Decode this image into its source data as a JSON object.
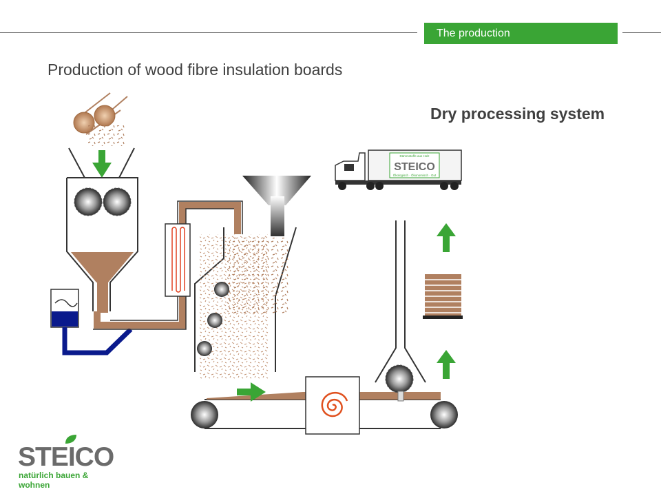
{
  "header": {
    "section_label": "The production"
  },
  "page": {
    "title": "Production of wood fibre insulation boards",
    "subtitle": "Dry processing system"
  },
  "truck": {
    "brand": "STEICO",
    "slogan_top": "Dämmstoffe aus Holz",
    "slogan_bottom": "Ökologisch · Ökonomisch · Gut"
  },
  "logo": {
    "wordmark": "STEICO",
    "tagline": "natürlich bauen & wohnen"
  },
  "colors": {
    "accent_green": "#3aa535",
    "wood_brown": "#b08060",
    "water_blue": "#0a1a8c",
    "heater_red": "#e04020",
    "spiral_orange": "#e0501e"
  }
}
